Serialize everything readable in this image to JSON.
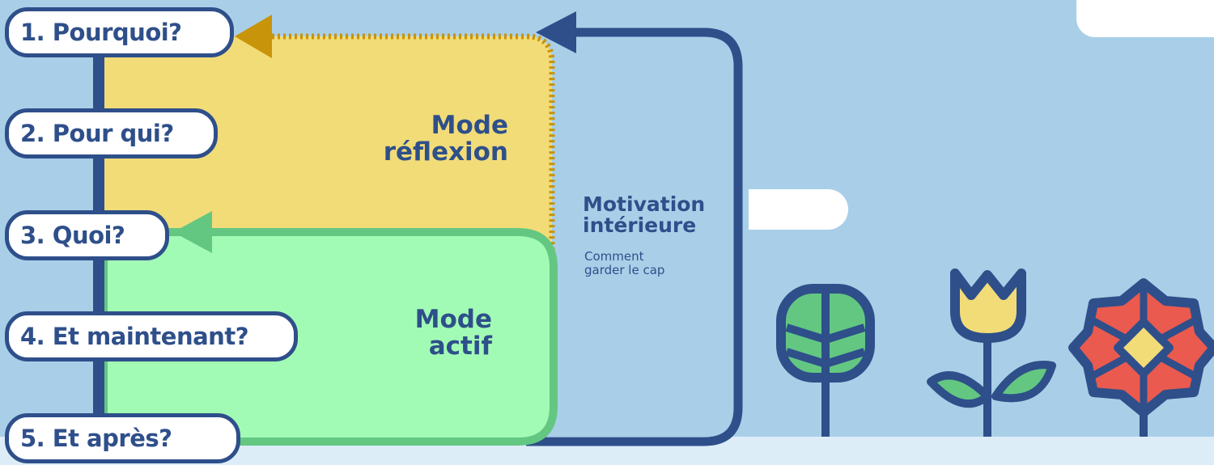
{
  "steps": [
    {
      "label": "1. Pourquoi?"
    },
    {
      "label": "2. Pour qui?"
    },
    {
      "label": "3. Quoi?"
    },
    {
      "label": "4. Et maintenant?"
    },
    {
      "label": "5. Et après?"
    }
  ],
  "modes": {
    "reflexion": {
      "line1": "Mode",
      "line2": "réflexion"
    },
    "actif": {
      "line1": "Mode",
      "line2": "actif"
    }
  },
  "motivation": {
    "title_line1": "Motivation",
    "title_line2": "intérieure",
    "subtitle_line1": "Comment",
    "subtitle_line2": "garder le cap"
  },
  "colors": {
    "navy": "#2e4f8a",
    "sky": "#a9cfe8",
    "yellow_box": "#f2dc78",
    "dotted_arrow": "#c8940a",
    "green_box": "#a2fbb5",
    "green_arrow": "#63c782",
    "leaf_green": "#63c782",
    "tulip_yellow": "#f2dc78",
    "flower_red": "#ea5a4f",
    "ground": "#dcedf8"
  },
  "icons": [
    "tree-icon",
    "tulip-icon",
    "flower-icon"
  ]
}
